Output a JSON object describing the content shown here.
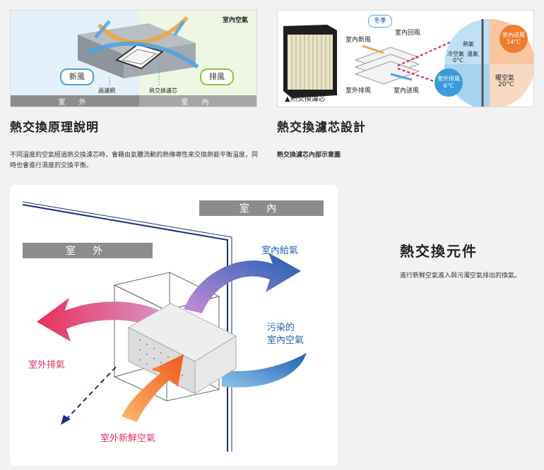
{
  "left_card": {
    "title": "熱交換原理說明",
    "description": "不同溫度的空氣經過熱交換濾芯時，會藉由氣體流動的熱傳導性來交換熱能平衡溫度，同時也會進行濕度的交換平衡。",
    "diagram": {
      "indoor_air": "室內空氣",
      "fresh_air": "新風",
      "exhaust": "排風",
      "filter_net": "過濾網",
      "heat_core": "熱交換濾芯",
      "outdoor_bar": "室 外",
      "indoor_bar": "室 內"
    }
  },
  "right_card": {
    "title": "熱交換濾芯設計",
    "description": "熱交換濾芯內部示意圖",
    "diagram": {
      "winter": "冬季",
      "return_air": "室內回風",
      "fresh_air": "室內新風",
      "outdoor_exhaust": "室外排風",
      "supply_air": "室內送風",
      "core_caption": "▲熱交換濾芯",
      "supply_badge": "室內送風",
      "supply_temp": "14°C",
      "hot_air": "熱氣",
      "cold_air": "冷空氣",
      "warm_air_small": "溫氣",
      "cold_temp": "0°C",
      "exhaust_badge": "室外排風",
      "exhaust_temp": "6°C",
      "warm_air": "暖空氣",
      "warm_temp": "20°C"
    }
  },
  "main_diagram": {
    "indoor_bar": "室 內",
    "outdoor_bar": "室 外",
    "indoor_supply": "室內給氣",
    "polluted_line1": "污染的",
    "polluted_line2": "室內空氣",
    "outdoor_exhaust": "室外排氣",
    "outdoor_fresh": "室外新鮮空氣"
  },
  "section": {
    "title": "熱交換元件",
    "description": "進行新鮮空氣進入與污濁空氣排出的換氣。"
  },
  "colors": {
    "bar_gray": "#8c8c8c",
    "blue_text": "#1f5fb0",
    "red_text": "#e0305a",
    "navy_line": "#1a2f80"
  }
}
